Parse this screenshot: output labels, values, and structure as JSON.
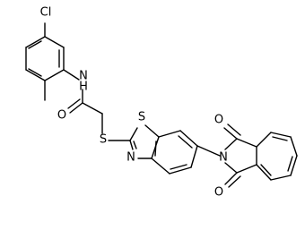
{
  "molecule": {
    "atoms": {
      "chlorine": "Cl",
      "amide_nitrogen": "N",
      "amide_hydrogen": "H",
      "amide_oxygen": "O",
      "thioether_sulfur": "S",
      "thiazole_sulfur": "S",
      "thiazole_nitrogen": "N",
      "imide_nitrogen": "N",
      "imide_oxygen_top": "O",
      "imide_oxygen_bottom": "O"
    },
    "colors": {
      "bond": "#000000",
      "label": "#000000",
      "background": "#ffffff"
    }
  }
}
